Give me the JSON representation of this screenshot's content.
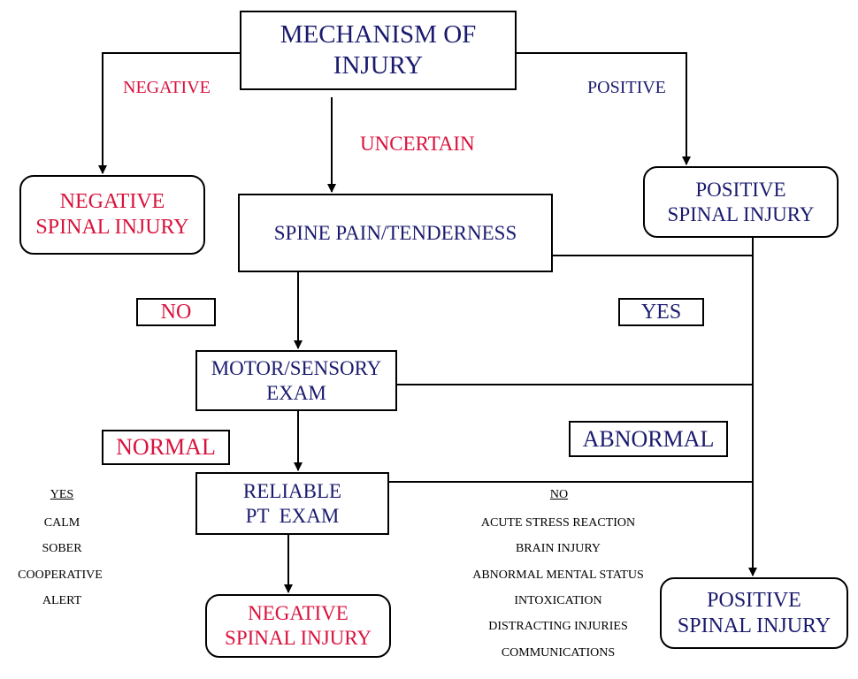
{
  "nodes": {
    "mechanism": {
      "line1": "MECHANISM OF",
      "line2": "INJURY"
    },
    "neg_top": {
      "line1": "NEGATIVE",
      "line2": "SPINAL INJURY"
    },
    "spine_pain": {
      "text": "SPINE PAIN/TENDERNESS"
    },
    "pos_top": {
      "line1": "POSITIVE",
      "line2": "SPINAL INJURY"
    },
    "motor": {
      "line1": "MOTOR/SENSORY",
      "line2": "EXAM"
    },
    "reliable": {
      "line1": "RELIABLE",
      "line2": "PT  EXAM"
    },
    "neg_bottom": {
      "line1": "NEGATIVE",
      "line2": "SPINAL INJURY"
    },
    "pos_bottom": {
      "line1": "POSITIVE",
      "line2": "SPINAL INJURY"
    }
  },
  "edge_labels": {
    "negative": "NEGATIVE",
    "positive": "POSITIVE",
    "uncertain": "UNCERTAIN",
    "no": "NO",
    "yes": "YES",
    "normal": "NORMAL",
    "abnormal": "ABNORMAL"
  },
  "yes_list": {
    "header": "YES",
    "items": [
      "CALM",
      "SOBER",
      "COOPERATIVE",
      "ALERT"
    ]
  },
  "no_list": {
    "header": "NO",
    "items": [
      "ACUTE STRESS REACTION",
      "BRAIN INJURY",
      "ABNORMAL MENTAL STATUS",
      "INTOXICATION",
      "DISTRACTING INJURIES",
      "COMMUNICATIONS"
    ]
  },
  "colors": {
    "navy": "#1a1a6e",
    "red": "#d8123c",
    "line": "#000000"
  }
}
